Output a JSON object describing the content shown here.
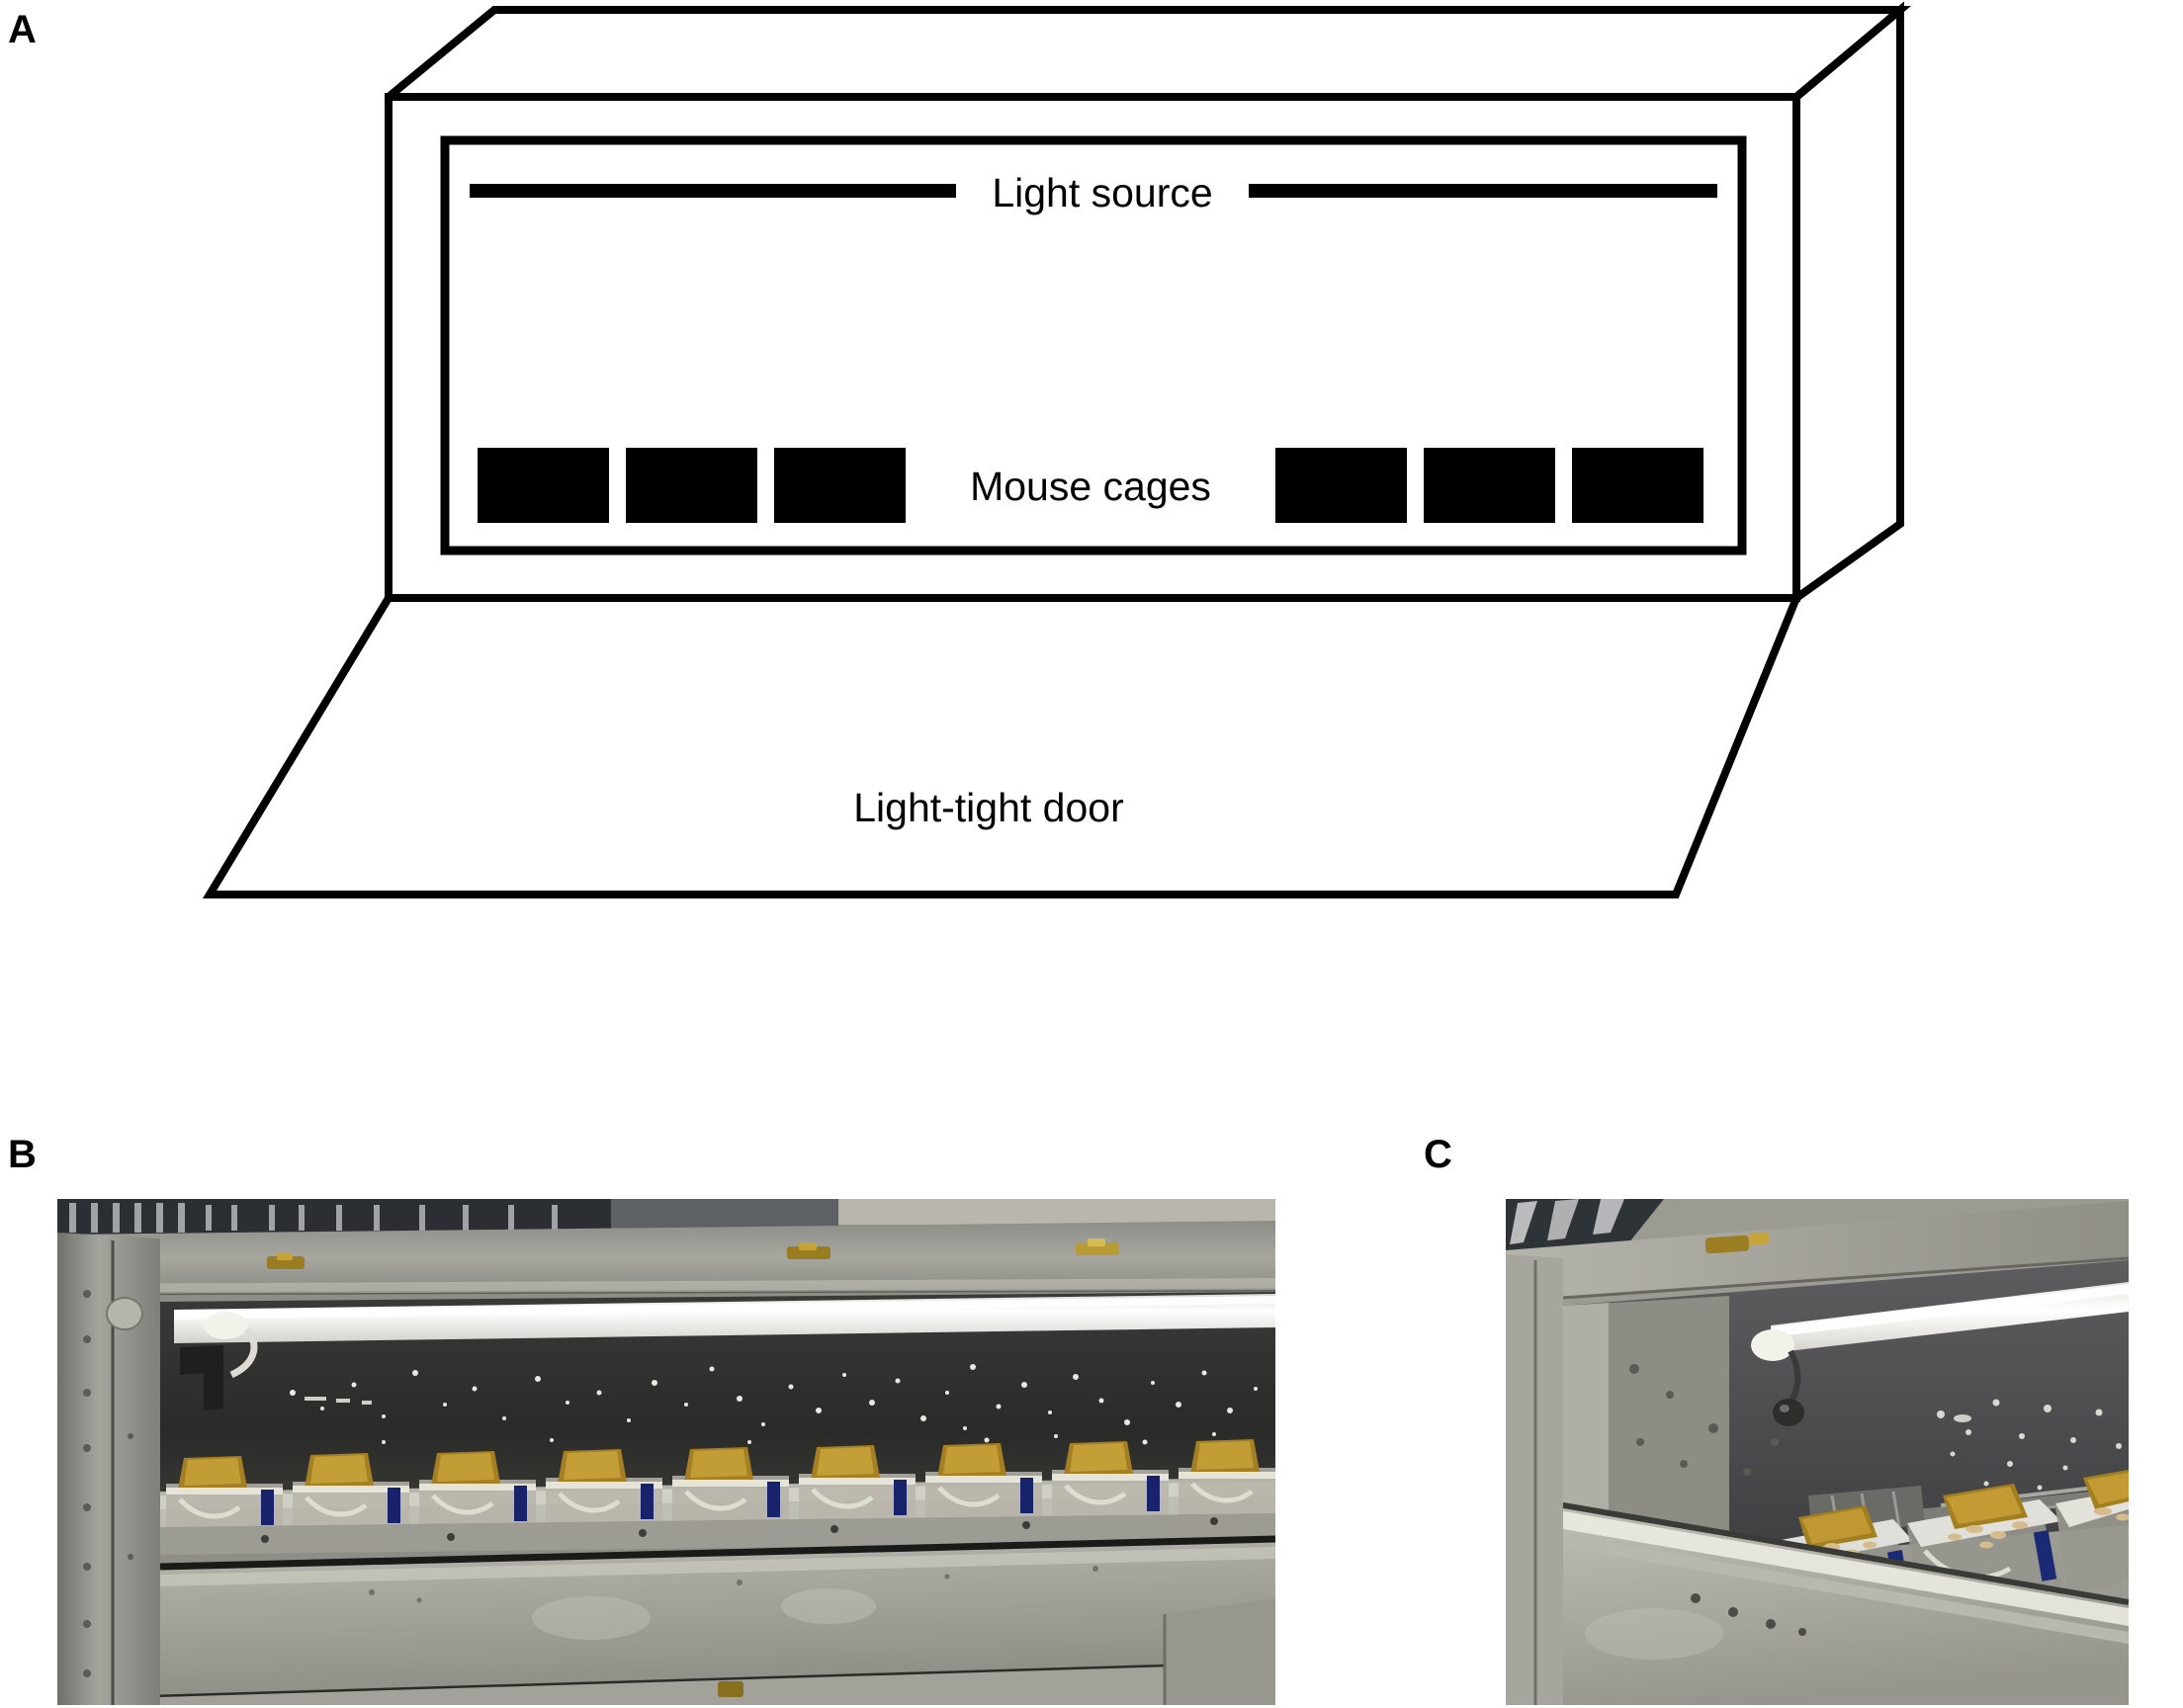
{
  "figure": {
    "panels": [
      {
        "letter": "A",
        "type": "schematic-diagram"
      },
      {
        "letter": "B",
        "type": "photograph"
      },
      {
        "letter": "C",
        "type": "photograph"
      }
    ]
  },
  "panel_a": {
    "letter": "A",
    "description": "Schematic drawing of a light-tight cabinet in three-quarter perspective with an open front door",
    "labels": {
      "light_source": "Light source",
      "mouse_cages": "Mouse cages",
      "light_tight_door": "Light-tight door"
    },
    "cages": {
      "left_group_count": 3,
      "right_group_count": 3,
      "total": 6,
      "fill_color": "#000000"
    },
    "stroke_color": "#000000",
    "background_color": "#ffffff"
  },
  "panel_b": {
    "letter": "B",
    "description": "Photograph of the light-tight cabinet with the door lowered, showing a fluorescent tube lamp along the top and a row of mouse cages inside",
    "elements": {
      "light_tube": "fluorescent-tube-lamp",
      "interior_back_wall": "dark speckled back wall",
      "cage_row": "row of transparent mouse cages with wire lids",
      "door": "lowered stainless steel light-tight door",
      "latches": "brass toggle latches"
    },
    "colors": {
      "cabinet_metal": "#9a9a94",
      "interior_dark": "#2e2e2e",
      "lamp_white": "#f4f4ee",
      "hopper_tan": "#b99334",
      "clip_blue": "#18236b"
    },
    "cage_count_visible": 9
  },
  "panel_c": {
    "letter": "C",
    "description": "Close-up photograph looking into the cabinet at an angle, showing mouse cages with food hoppers and bedding under the fluorescent lamp",
    "elements": {
      "light_tube": "fluorescent-tube-lamp",
      "hanging_fixture": "lamp socket and cable",
      "cages": "transparent mouse cages with wire lids, food hoppers and water bottles",
      "door_edge": "open light-tight door edge"
    },
    "colors": {
      "cabinet_metal": "#a3a29c",
      "interior_dark": "#4a4a4e",
      "lamp_white": "#f6f6f0",
      "hopper_tan": "#b08b2e",
      "bedding_tan": "#cbb184",
      "clip_blue": "#1b2a75"
    },
    "cage_count_visible": 5
  }
}
